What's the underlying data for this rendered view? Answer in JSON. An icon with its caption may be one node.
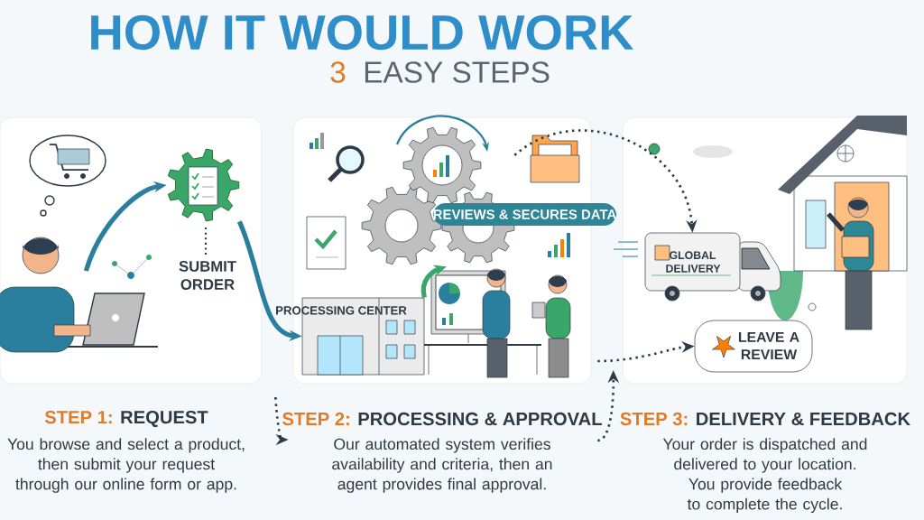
{
  "diagram": {
    "title": "HOW IT WOULD WORK",
    "nodes": [
      {
        "text": [
          "STEP 1:",
          "REQUEST",
          "You browse and select a product, then submit your request through our online form or app."
        ]
      },
      {
        "text": [],
        "shape": "person",
        "in": 0
      },
      {
        "text": [],
        "shape": "picture",
        "in": 0,
        "beside": [
          "SUBMIT ORDER"
        ]
      },
      {
        "text": [
          "STEP 2:",
          "PROCESSING & APPROVAL",
          "Our automated system verifies availability and criteria, then an agent provides final approval."
        ]
      },
      {
        "text": [
          "PROCESSING CENTER"
        ],
        "in": 3
      },
      {
        "text": [],
        "shape": "picture",
        "in": 3
      },
      {
        "text": [
          "REVIEWS & SECURES DATA"
        ]
      },
      {
        "text": [
          "STEP 3:",
          "DELIVERY & FEEDBACK",
          "Your order is dispatched and delivered to your location. You provide feedback to complete the cycle."
        ]
      },
      {
        "text": [
          "GLOBAL DELIVERY"
        ],
        "in": 7
      },
      {
        "text": [
          "LEAVE A REVIEW"
        ],
        "in": 7
      }
    ],
    "edges": [
      {
        "from": 1,
        "to": 2,
        "arrow": "to",
        "style": "thick",
        "color": "#2b7f9e"
      },
      {
        "from": 2,
        "to": 4,
        "arrow": "to",
        "style": "thick",
        "color": "#2b7f9e"
      },
      {
        "from": 4,
        "to": 5,
        "arrow": "to",
        "style": "thick",
        "color": "#3aa66a"
      },
      {
        "from": 5,
        "to": 8,
        "arrow": "to",
        "style": "dashed"
      },
      {
        "from": 3,
        "to": 9,
        "arrow": "to",
        "style": "dashed"
      },
      {
        "from": 0,
        "to": 3,
        "arrow": "to",
        "style": "dashed"
      },
      {
        "from": 3,
        "to": 7,
        "arrow": "to",
        "style": "dashed"
      }
    ],
    "labels": [
      "3",
      "EASY STEPS"
    ]
  }
}
